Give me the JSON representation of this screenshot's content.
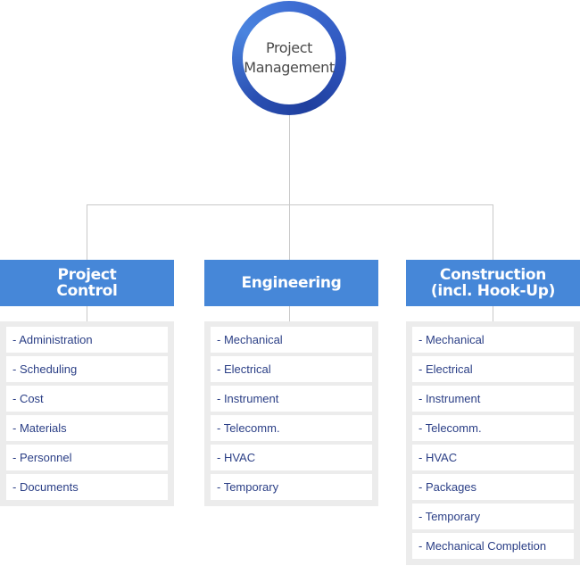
{
  "root": {
    "label": "Project\nManagement"
  },
  "columns": [
    {
      "title": "Project\nControl",
      "items": [
        "- Administration",
        "- Scheduling",
        "- Cost",
        "- Materials",
        "- Personnel",
        "- Documents"
      ]
    },
    {
      "title": "Engineering",
      "items": [
        "- Mechanical",
        "- Electrical",
        "- Instrument",
        "- Telecomm.",
        "- HVAC",
        "- Temporary"
      ]
    },
    {
      "title": "Construction\n(incl. Hook-Up)",
      "items": [
        "- Mechanical",
        "- Electrical",
        "- Instrument",
        "- Telecomm.",
        "- HVAC",
        "- Packages",
        "- Temporary",
        "- Mechanical Completion"
      ]
    }
  ],
  "colors": {
    "header": "#4687d8",
    "ring": "#2f55bd",
    "item_text": "#2b3f86",
    "connector": "#c9c9c9",
    "panel": "#ececec"
  }
}
